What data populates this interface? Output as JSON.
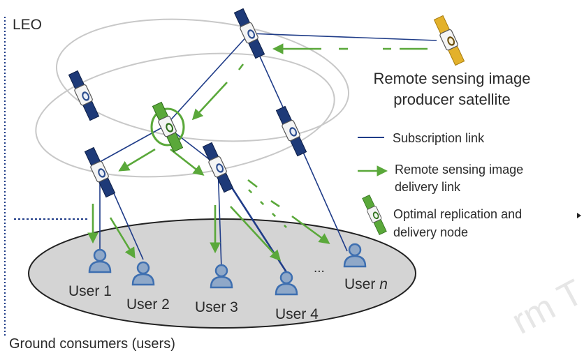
{
  "regions": {
    "leo_label": "LEO",
    "ground_label": "Ground consumers (users)"
  },
  "producer": {
    "line1": "Remote sensing image",
    "line2": "producer satellite"
  },
  "legend": {
    "subscription": "Subscription link",
    "delivery_line1": "Remote sensing image",
    "delivery_line2": "delivery link",
    "node_line1": "Optimal replication and",
    "node_line2": "delivery node"
  },
  "users": [
    {
      "label": "User 1"
    },
    {
      "label": "User 2"
    },
    {
      "label": "User 3"
    },
    {
      "label": "User 4"
    },
    {
      "label": "User",
      "suffix": "n"
    }
  ],
  "ellipsis": "...",
  "watermark": "rm T",
  "colors": {
    "subscription_link": "#1f3c88",
    "delivery_link": "#5aa83a",
    "leo_border": "#1f3c88",
    "ground_fill": "#d4d4d4",
    "user_icon": "#3e6fb0",
    "node_satellite": "#5aa83a",
    "producer_satellite": "#e3b12b",
    "orbit": "#c8c8c8"
  }
}
